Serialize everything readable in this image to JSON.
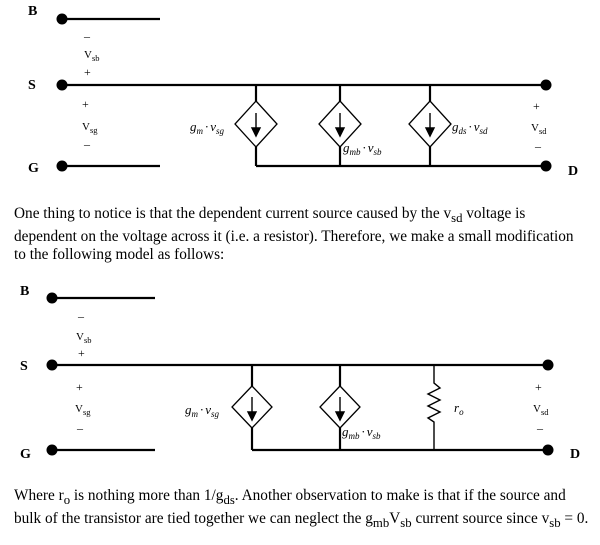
{
  "circuit1": {
    "node_b": "B",
    "node_s": "S",
    "node_g": "G",
    "node_d": "D",
    "minus": "–",
    "plus": "+",
    "vsb": {
      "main": "V",
      "sub": "sb"
    },
    "vsg": {
      "main": "V",
      "sub": "sg"
    },
    "vsd": {
      "main": "V",
      "sub": "sd"
    },
    "gm_label": {
      "g": "g",
      "gsub": "m",
      "dot": "·",
      "v": "v",
      "vsub": "sg"
    },
    "gmb_label": {
      "g": "g",
      "gsub": "mb",
      "dot": "·",
      "v": "v",
      "vsub": "sb"
    },
    "gds_label": {
      "g": "g",
      "gsub": "ds",
      "dot": "·",
      "v": "v",
      "vsub": "sd"
    }
  },
  "paragraph1": {
    "part1": "One thing to notice is that the dependent current source caused by the v",
    "sub": "sd",
    "part2": " voltage is dependent on the voltage across it (i.e. a resistor). Therefore, we make a small modification to the following model as follows:"
  },
  "circuit2": {
    "node_b": "B",
    "node_s": "S",
    "node_g": "G",
    "node_d": "D",
    "minus": "–",
    "plus": "+",
    "vsb": {
      "main": "V",
      "sub": "sb"
    },
    "vsg": {
      "main": "V",
      "sub": "sg"
    },
    "vsd": {
      "main": "V",
      "sub": "sd"
    },
    "gm_label": {
      "g": "g",
      "gsub": "m",
      "dot": "·",
      "v": "v",
      "vsub": "sg"
    },
    "gmb_label": {
      "g": "g",
      "gsub": "mb",
      "dot": "·",
      "v": "v",
      "vsub": "sb"
    },
    "ro_label": {
      "main": "r",
      "sub": "o"
    }
  },
  "paragraph2": {
    "part1": "Where r",
    "sub1": "o",
    "part2": " is nothing more than 1/g",
    "sub2": "ds",
    "part3": ". Another observation to make is that if the source and bulk of the transistor are tied together we can neglect the g",
    "sub3": "mb",
    "part4": "V",
    "sub4": "sb",
    "part5": " current source since v",
    "sub5": "sb",
    "part6": " = 0."
  }
}
